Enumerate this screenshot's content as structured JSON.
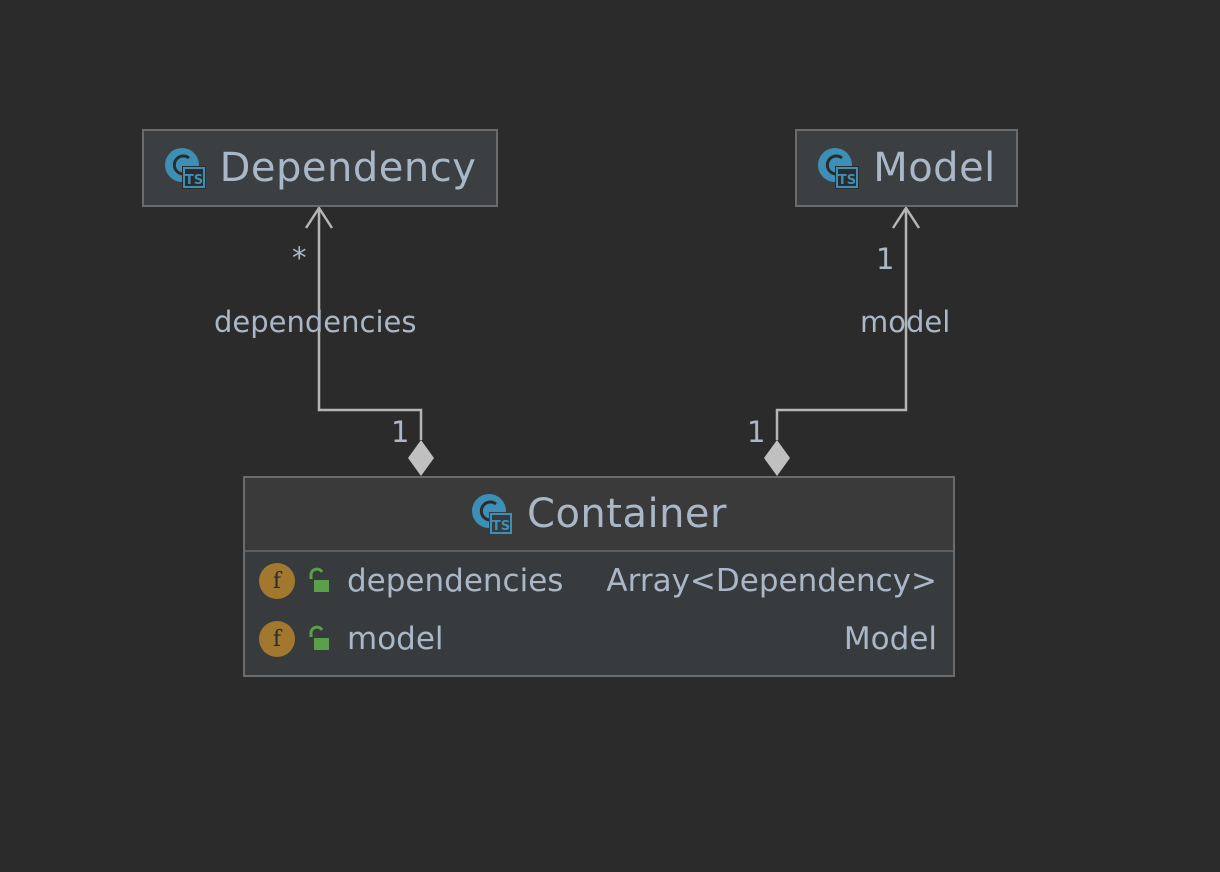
{
  "diagram": {
    "classes": {
      "dependency": {
        "name": "Dependency"
      },
      "model": {
        "name": "Model"
      },
      "container": {
        "name": "Container",
        "fields": [
          {
            "icon": "f",
            "name": "dependencies",
            "type": "Array<Dependency>"
          },
          {
            "icon": "f",
            "name": "model",
            "type": "Model"
          }
        ]
      }
    },
    "associations": {
      "dependencies": {
        "role": "dependencies",
        "target_multiplicity": "*",
        "source_multiplicity": "1"
      },
      "model": {
        "role": "model",
        "target_multiplicity": "1",
        "source_multiplicity": "1"
      }
    },
    "colors": {
      "background": "#2b2b2b",
      "class_fill": "#3c3f41",
      "text": "#a9b7c6",
      "edge": "#b5b5b5",
      "ts_icon": "#3d8fb6",
      "field_icon": "#a2782f",
      "lock_icon": "#5b9f4b"
    }
  }
}
